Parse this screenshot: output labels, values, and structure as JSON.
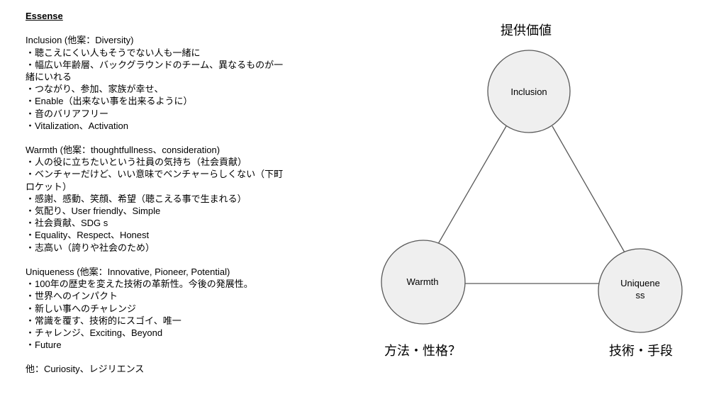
{
  "notes": {
    "title": "Essense",
    "inclusion": {
      "heading": "Inclusion (他案：Diversity)",
      "lines": [
        "・聴こえにくい人もそうでない人も一緒に",
        "・幅広い年齢層、バックグラウンドのチーム、異なるものが一",
        "緒にいれる",
        "・つながり、参加、家族が幸せ、",
        "・Enable（出来ない事を出来るように）",
        "・音のバリアフリー",
        "・Vitalization、Activation"
      ]
    },
    "warmth": {
      "heading": "Warmth (他案：thoughtfullness、consideration)",
      "lines": [
        "・人の役に立ちたいという社員の気持ち（社会貢献）",
        "・ベンチャーだけど、いい意味でベンチャーらしくない（下町",
        "ロケット）",
        "・感謝、感動、笑顔、希望（聴こえる事で生まれる）",
        "・気配り、User friendly、Simple",
        "・社会貢献、SDG s",
        "・Equality、Respect、Honest",
        "・志高い（誇りや社会のため）"
      ]
    },
    "uniqueness": {
      "heading": "Uniqueness (他案：Innovative, Pioneer, Potential)",
      "lines": [
        "・100年の歴史を変えた技術の革新性。今後の発展性。",
        "・世界へのインパクト",
        "・新しい事へのチャレンジ",
        "・常識を覆す、技術的にスゴイ、唯一",
        "・チャレンジ、Exciting、Beyond",
        "・Future"
      ]
    },
    "other": "他：Curiosity、レジリエンス"
  },
  "diagram": {
    "top_label": "提供価値",
    "left_label": "方法・性格？",
    "right_label": "技術・手段",
    "nodes": {
      "inclusion": "Inclusion",
      "warmth": "Warmth",
      "uniqueness_line1": "Uniquene",
      "uniqueness_line2": "ss"
    },
    "colors": {
      "node_fill": "#efefef",
      "stroke": "#595959"
    }
  }
}
